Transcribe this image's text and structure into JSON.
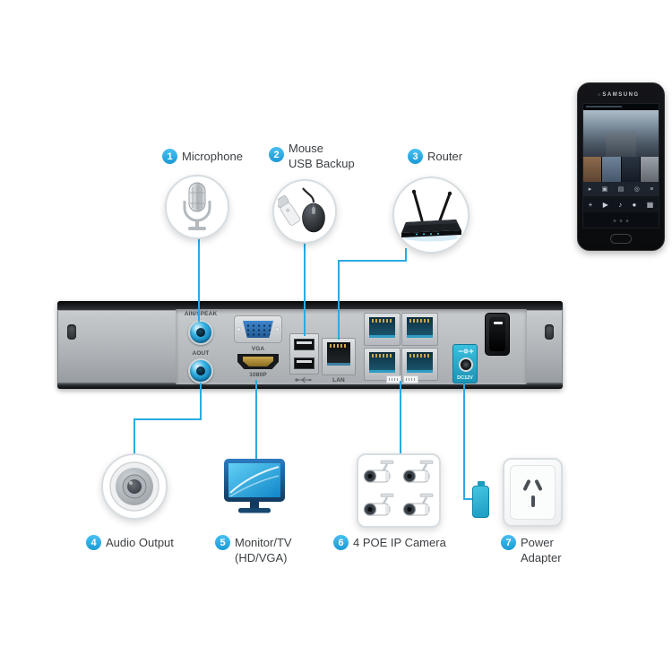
{
  "colors": {
    "accent": "#29abe2"
  },
  "callouts": {
    "c1": {
      "num": "1",
      "label": "Microphone"
    },
    "c2": {
      "num": "2",
      "line1": "Mouse",
      "line2": "USB Backup"
    },
    "c3": {
      "num": "3",
      "label": "Router"
    },
    "c4": {
      "num": "4",
      "label": "Audio Output"
    },
    "c5": {
      "num": "5",
      "line1": "Monitor/TV",
      "line2": "(HD/VGA)"
    },
    "c6": {
      "num": "6",
      "label": "4 POE IP Camera"
    },
    "c7": {
      "num": "7",
      "line1": "Power",
      "line2": "Adapter"
    }
  },
  "device": {
    "ports": {
      "ain_speak": "AIN/SPEAK",
      "aout": "AOUT",
      "vga": "VGA",
      "hdmi": "1080P",
      "lan": "LAN",
      "dc": "DC12V"
    }
  },
  "phone": {
    "brand": "SAMSUNG",
    "toolbar_icons": [
      "▸",
      "▣",
      "▤",
      "◎",
      "≡"
    ],
    "nav_icons": [
      "+",
      "▶",
      "♪",
      "●",
      "▦"
    ]
  }
}
